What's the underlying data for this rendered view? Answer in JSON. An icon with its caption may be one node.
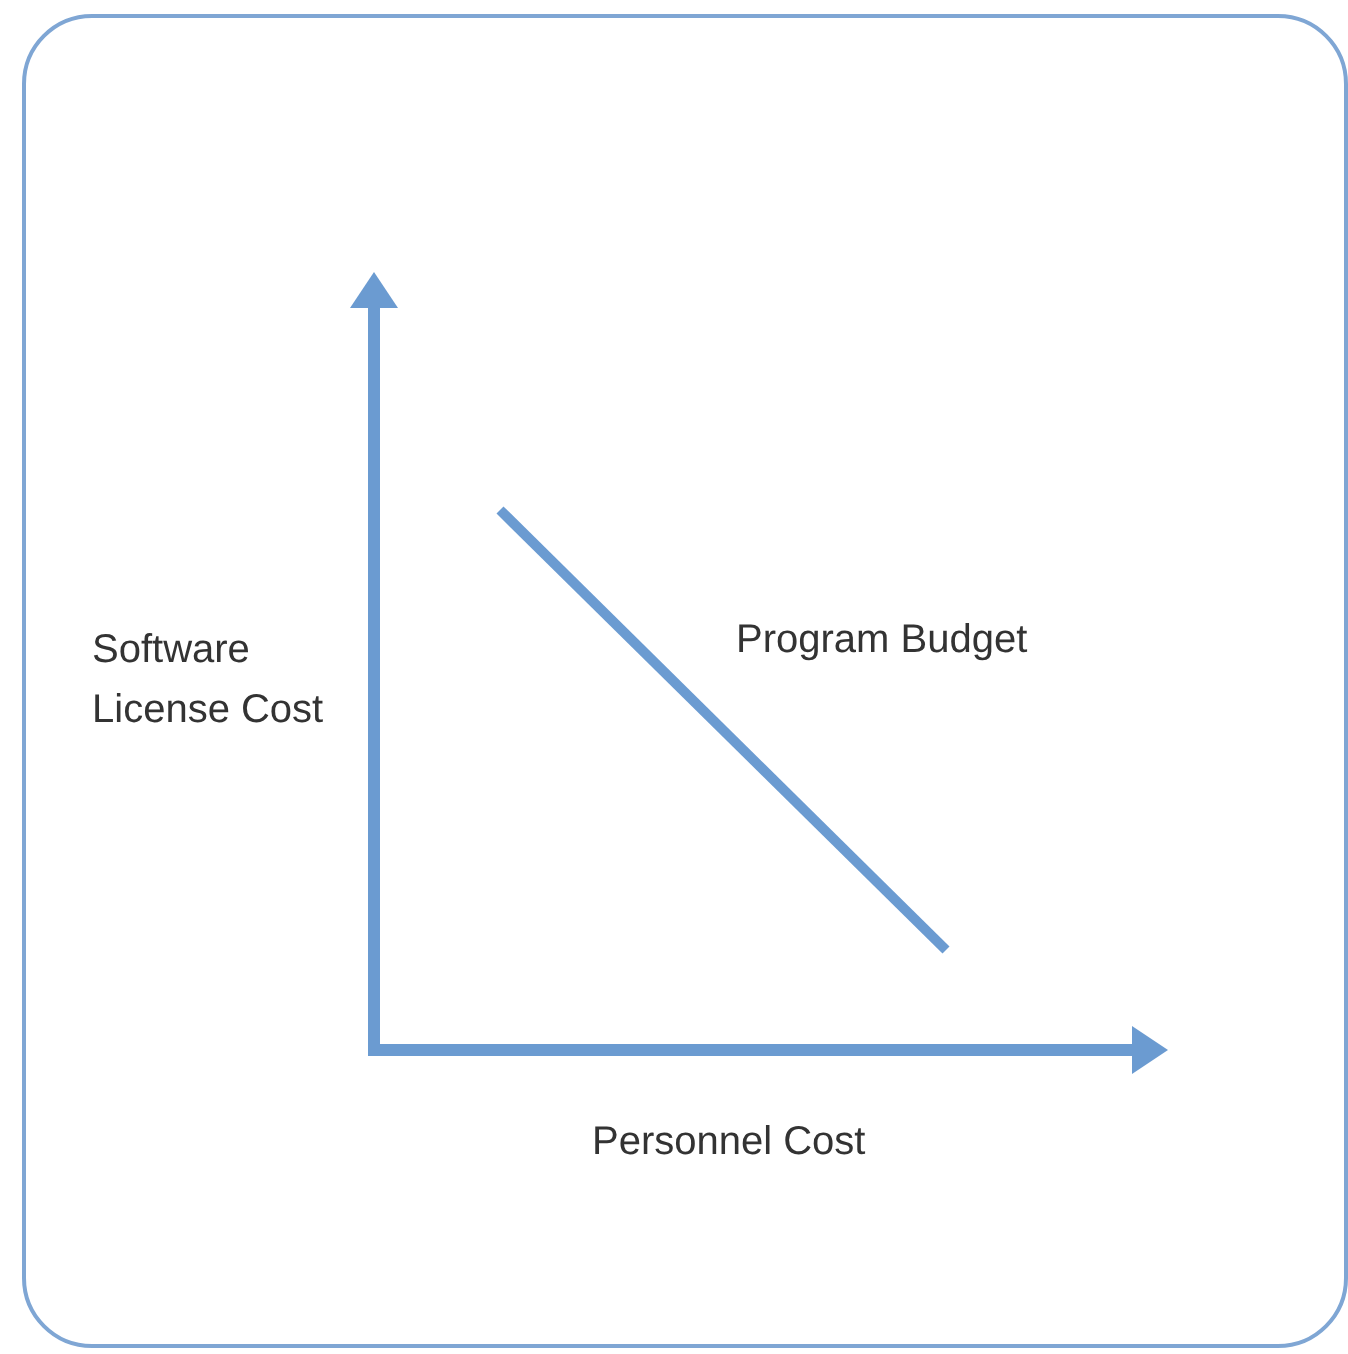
{
  "diagram": {
    "labels": [
      "Software License Cost",
      "Program Budget",
      "Personnel Cost"
    ]
  }
}
